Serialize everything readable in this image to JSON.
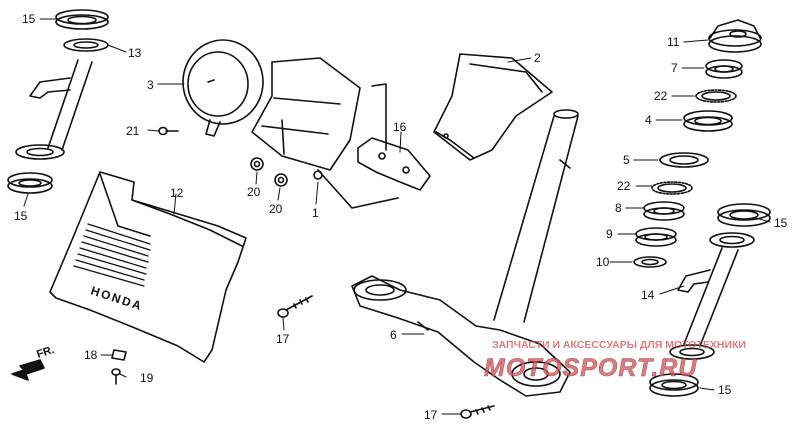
{
  "diagram": {
    "callouts": {
      "c1": "1",
      "c2": "2",
      "c3": "3",
      "c4": "4",
      "c5": "5",
      "c6": "6",
      "c7": "7",
      "c8": "8",
      "c9": "9",
      "c10": "10",
      "c11": "11",
      "c12": "12",
      "c13": "13",
      "c14": "14",
      "c15a": "15",
      "c15b": "15",
      "c15c": "15",
      "c15d": "15",
      "c16": "16",
      "c17a": "17",
      "c17b": "17",
      "c18": "18",
      "c19": "19",
      "c20a": "20",
      "c20b": "20",
      "c21": "21",
      "c22a": "22",
      "c22b": "22"
    },
    "cover_lettering": "HONDA",
    "front_arrow": "FR.",
    "watermark": {
      "caption": "ЗАПЧАСТИ И АКСЕССУАРЫ ДЛЯ МОТОТЕХНИКИ",
      "site": "MOTOSPORT.RU",
      "color": "#d9565a"
    }
  }
}
